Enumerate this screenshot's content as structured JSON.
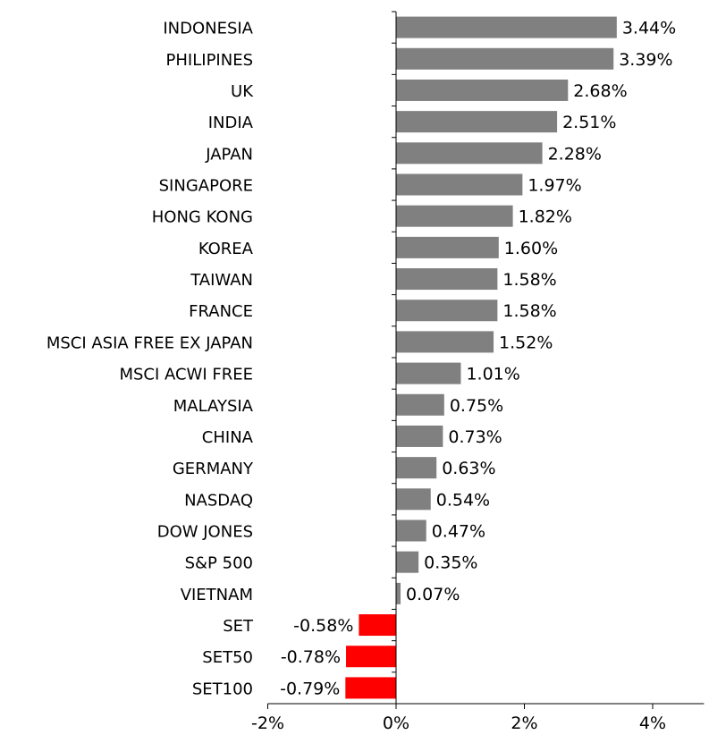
{
  "chart_data": {
    "type": "bar",
    "orientation": "horizontal",
    "title": "",
    "xlabel": "",
    "ylabel": "",
    "categories": [
      "INDONESIA",
      "PHILIPINES",
      "UK",
      "INDIA",
      "JAPAN",
      "SINGAPORE",
      "HONG KONG",
      "KOREA",
      "TAIWAN",
      "FRANCE",
      "MSCI ASIA FREE EX JAPAN",
      "MSCI ACWI FREE",
      "MALAYSIA",
      "CHINA",
      "GERMANY",
      "NASDAQ",
      "DOW JONES",
      "S&P 500",
      "VIETNAM",
      "SET",
      "SET50",
      "SET100"
    ],
    "values": [
      3.44,
      3.39,
      2.68,
      2.51,
      2.28,
      1.97,
      1.82,
      1.6,
      1.58,
      1.58,
      1.52,
      1.01,
      0.75,
      0.73,
      0.63,
      0.54,
      0.47,
      0.35,
      0.07,
      -0.58,
      -0.78,
      -0.79
    ],
    "value_labels": [
      "3.44%",
      "3.39%",
      "2.68%",
      "2.51%",
      "2.28%",
      "1.97%",
      "1.82%",
      "1.60%",
      "1.58%",
      "1.58%",
      "1.52%",
      "1.01%",
      "0.75%",
      "0.73%",
      "0.63%",
      "0.54%",
      "0.47%",
      "0.35%",
      "0.07%",
      "-0.58%",
      "-0.78%",
      "-0.79%"
    ],
    "xlim": [
      -2,
      4.8
    ],
    "xticks": [
      -2,
      0,
      2,
      4
    ],
    "xtick_labels": [
      "-2%",
      "0%",
      "2%",
      "4%"
    ],
    "grid": false,
    "legend": "none",
    "colors": {
      "positive": "#808080",
      "negative": "#ff0000",
      "axis": "#000000"
    }
  }
}
